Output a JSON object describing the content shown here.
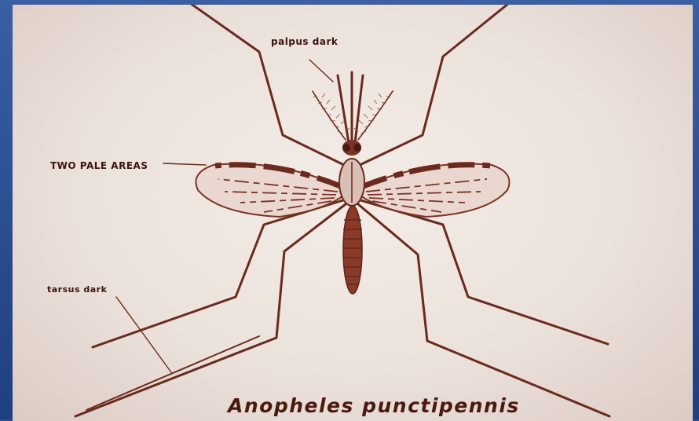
{
  "labels": {
    "palpus": "palpus dark",
    "pale_areas": "TWO PALE AREAS",
    "tarsus": "tarsus dark",
    "species": "Anopheles punctipennis"
  },
  "colors": {
    "ink": "#6b2a1e",
    "dark_ink": "#3b1510",
    "paper": "#efe6e0",
    "frame": "#2a4f93"
  }
}
